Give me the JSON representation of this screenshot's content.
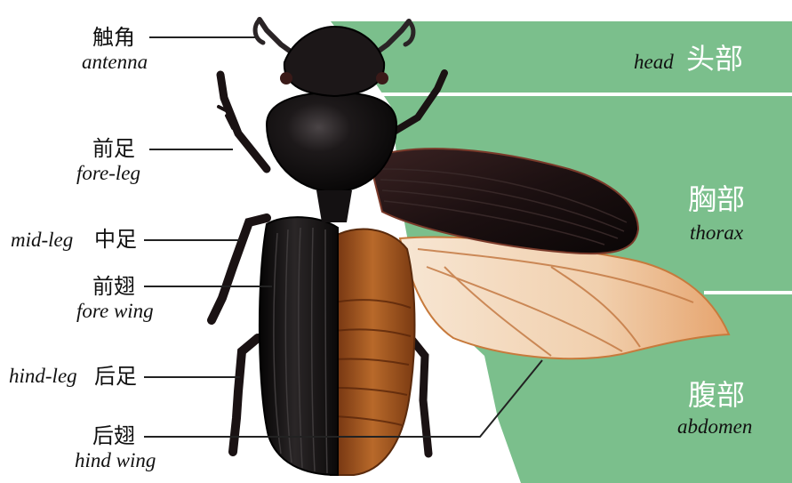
{
  "colors": {
    "panel_green": "#7bbf8c",
    "beetle_black": "#141112",
    "abdomen_amber": "#9a4e1c",
    "hind_wing": "#f2d6bb",
    "line": "#222222",
    "divider": "#ffffff"
  },
  "regions": {
    "head": {
      "en": "head",
      "zh": "头部"
    },
    "thorax": {
      "zh": "胸部",
      "en": "thorax"
    },
    "abdomen": {
      "zh": "腹部",
      "en": "abdomen"
    }
  },
  "labels": {
    "antenna": {
      "zh": "触角",
      "en": "antenna"
    },
    "fore_leg": {
      "zh": "前足",
      "en": "fore-leg"
    },
    "mid_leg": {
      "en": "mid-leg",
      "zh": "中足"
    },
    "fore_wing": {
      "zh": "前翅",
      "en": "fore wing"
    },
    "hind_leg": {
      "en": "hind-leg",
      "zh": "后足"
    },
    "hind_wing": {
      "zh": "后翅",
      "en": "hind wing"
    }
  }
}
